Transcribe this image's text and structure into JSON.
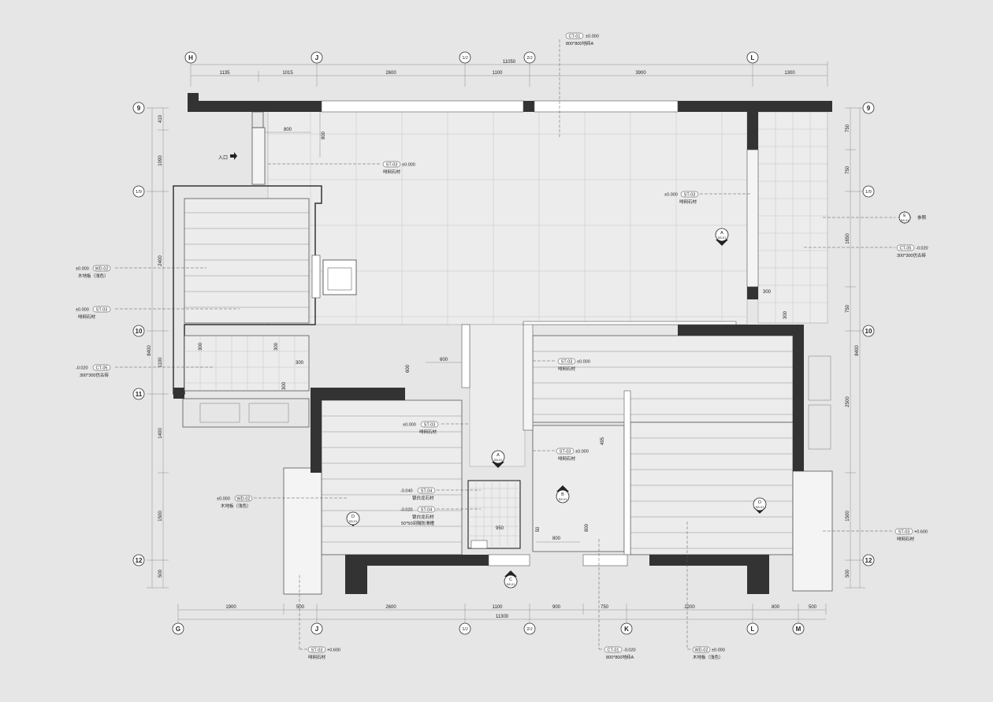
{
  "grid_top": [
    "H",
    "J",
    "1/J",
    "2/J",
    "L"
  ],
  "grid_bottom": [
    "G",
    "J",
    "1/J",
    "2/J",
    "K",
    "L",
    "M"
  ],
  "grid_left": [
    "9",
    "1/9",
    "10",
    "11",
    "12"
  ],
  "grid_right": [
    "9",
    "1/9",
    "10",
    "12"
  ],
  "dims_top": [
    "1135",
    "1015",
    "2600",
    "1100",
    "3900",
    "1300"
  ],
  "dim_top_total": "11050",
  "dims_bottom": [
    "1900",
    "500",
    "2600",
    "1100",
    "900",
    "750",
    "2200",
    "800",
    "500"
  ],
  "dim_bottom_total": "11300",
  "dims_left": [
    "410",
    "1090",
    "2400",
    "1100",
    "1400",
    "1500",
    "500"
  ],
  "dim_left_total": "8400",
  "dims_right": [
    "750",
    "750",
    "1650",
    "750",
    "2500",
    "1500",
    "500"
  ],
  "dim_right_total": "8400",
  "interior_dims": [
    "800",
    "800",
    "300",
    "300",
    "300",
    "300",
    "300",
    "300",
    "600",
    "600",
    "495",
    "800",
    "950",
    "800",
    "50"
  ],
  "entrance": "入口",
  "tags": {
    "ct01_top": {
      "code": "CT-01",
      "elev": "±0.000",
      "desc": "800*800地砖A"
    },
    "st03_entry": {
      "code": "ST-03",
      "elev": "±0.000",
      "desc": "啡网石材"
    },
    "st03_right": {
      "code": "ST-03",
      "elev": "±0.000",
      "desc": "啡网石材"
    },
    "ct05_right": {
      "code": "CT-05",
      "elev": "-0.020",
      "desc": "300*300仿古砖"
    },
    "wd02_left": {
      "code": "WD-02",
      "elev": "±0.000",
      "desc": "木地板（浅色）"
    },
    "st03_left": {
      "code": "ST-03",
      "elev": "±0.000",
      "desc": "啡网石材"
    },
    "ct05_left": {
      "code": "CT-05",
      "elev": "-0.020",
      "desc": "300*300仿古砖"
    },
    "st03_mid1": {
      "code": "ST-03",
      "elev": "±0.000",
      "desc": "啡网石材"
    },
    "st03_mid2": {
      "code": "ST-03",
      "elev": "±0.000",
      "desc": "啡网石材"
    },
    "st03_mid3": {
      "code": "ST-03",
      "elev": "±0.000",
      "desc": "啡网石材"
    },
    "wd02_mid": {
      "code": "WD-02",
      "elev": "±0.000",
      "desc": "木地板（浅色）"
    },
    "st04_a": {
      "code": "ST-04",
      "elev": "-0.040",
      "desc": "银白龙石材"
    },
    "st04_b": {
      "code": "ST-04",
      "elev": "-0.020",
      "desc": "银白龙石材",
      "desc2": "50*50间隔防滑槽"
    },
    "st03_br": {
      "code": "ST-03",
      "elev": "+0.600",
      "desc": "啡网石材"
    },
    "st03_bottom": {
      "code": "ST-03",
      "elev": "+0.600",
      "desc": "啡网石材"
    },
    "ct01_bottom": {
      "code": "CT-01",
      "elev": "-0.020",
      "desc": "800*800地砖A"
    },
    "wd02_bottom": {
      "code": "WD-02",
      "elev": "±0.000",
      "desc": "木地板（浅色）"
    }
  },
  "section_marks": [
    {
      "letter": "A",
      "ref": "S8-01"
    },
    {
      "letter": "A",
      "ref": "S8-01"
    },
    {
      "letter": "B",
      "ref": "S8-01"
    },
    {
      "letter": "C",
      "ref": "S8-01"
    },
    {
      "letter": "D",
      "ref": "S8-01"
    },
    {
      "letter": "D",
      "ref": "S8-01"
    },
    {
      "letter": "E",
      "ref": "S8-01"
    }
  ],
  "section_note_e": "参照"
}
